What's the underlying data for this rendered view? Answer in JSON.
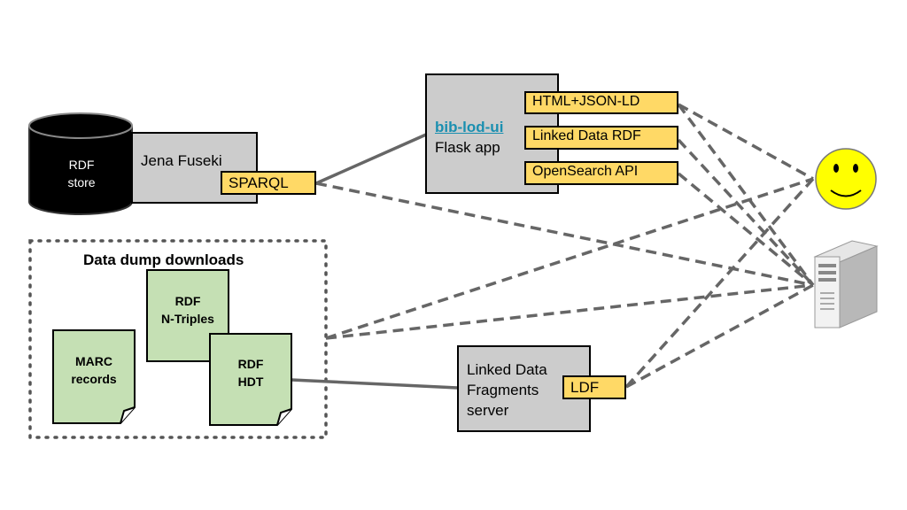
{
  "database": {
    "label_line1": "RDF",
    "label_line2": "store"
  },
  "fuseki": {
    "title": "Jena Fuseki",
    "endpoint": "SPARQL"
  },
  "app": {
    "name": "bib-lod-ui",
    "type": "Flask app",
    "outputs": [
      "HTML+JSON-LD",
      "Linked Data RDF",
      "OpenSearch API"
    ]
  },
  "dumps": {
    "title": "Data dump downloads",
    "files": [
      {
        "line1": "RDF",
        "line2": "N-Triples"
      },
      {
        "line1": "MARC",
        "line2": "records"
      },
      {
        "line1": "RDF",
        "line2": "HDT"
      }
    ]
  },
  "ldf": {
    "line1": "Linked Data",
    "line2": "Fragments",
    "line3": "server",
    "endpoint": "LDF"
  },
  "colors": {
    "box_fill": "#cccccc",
    "tag_fill": "#ffd966",
    "doc_fill": "#c5e0b4",
    "connector": "#666666",
    "smiley": "#ffff00"
  },
  "icons": {
    "user": "smiley-face-icon",
    "client": "server-tower-icon"
  }
}
